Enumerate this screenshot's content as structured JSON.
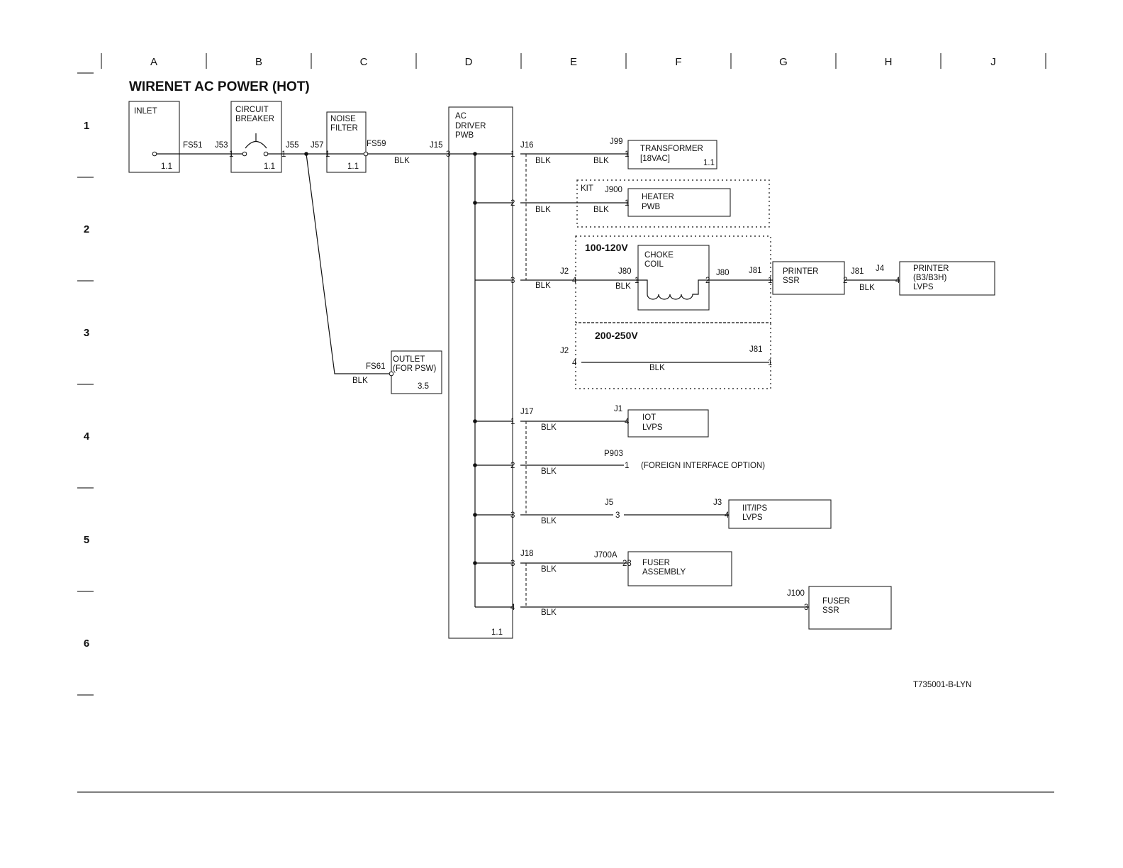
{
  "title": "WIRENET AC POWER (HOT)",
  "columns": [
    "A",
    "B",
    "C",
    "D",
    "E",
    "F",
    "G",
    "H",
    "J"
  ],
  "rows": [
    "1",
    "2",
    "3",
    "4",
    "5",
    "6"
  ],
  "components": {
    "inlet": {
      "name": "INLET",
      "ref": "1.1"
    },
    "breaker": {
      "line1": "CIRCUIT",
      "line2": "BREAKER",
      "ref": "1.1"
    },
    "filter": {
      "line1": "NOISE",
      "line2": "FILTER",
      "ref": "1.1"
    },
    "driver": {
      "line1": "AC",
      "line2": "DRIVER",
      "line3": "PWB",
      "ref": "1.1"
    },
    "transformer": {
      "line1": "TRANSFORMER",
      "line2": "[18VAC]",
      "ref": "1.1"
    },
    "heater": {
      "line1": "HEATER",
      "line2": "PWB"
    },
    "choke": {
      "line1": "CHOKE",
      "line2": "COIL"
    },
    "printer_ssr": {
      "line1": "PRINTER",
      "line2": "SSR"
    },
    "printer_lvps": {
      "line1": "PRINTER",
      "line2": "(B3/B3H)",
      "line3": "LVPS"
    },
    "outlet": {
      "line1": "OUTLET",
      "line2": "(FOR PSW)",
      "ref": "3.5"
    },
    "iot": {
      "line1": "IOT",
      "line2": "LVPS"
    },
    "iit": {
      "line1": "IIT/IPS",
      "line2": "LVPS"
    },
    "fuser": {
      "line1": "FUSER",
      "line2": "ASSEMBLY"
    },
    "fuser_ssr": {
      "line1": "FUSER",
      "line2": "SSR"
    }
  },
  "connectors": {
    "fs51": "FS51",
    "j53": "J53",
    "j55": "J55",
    "j57": "J57",
    "fs59": "FS59",
    "j15": "J15",
    "j16": "J16",
    "j99": "J99",
    "j900": "J900",
    "j2": "J2",
    "j80": "J80",
    "j81": "J81",
    "j4": "J4",
    "fs61": "FS61",
    "j17": "J17",
    "j1": "J1",
    "p903": "P903",
    "j5": "J5",
    "j3": "J3",
    "j18": "J18",
    "j700a": "J700A",
    "j100": "J100"
  },
  "pins": {
    "one": "1",
    "two": "2",
    "three": "3",
    "four": "4",
    "twentythree": "23"
  },
  "wire_color": "BLK",
  "kit_label": "KIT",
  "voltage_100": "100-120V",
  "voltage_200": "200-250V",
  "foreign_option": "(FOREIGN INTERFACE OPTION)",
  "doc_id": "T735001-B-LYN"
}
